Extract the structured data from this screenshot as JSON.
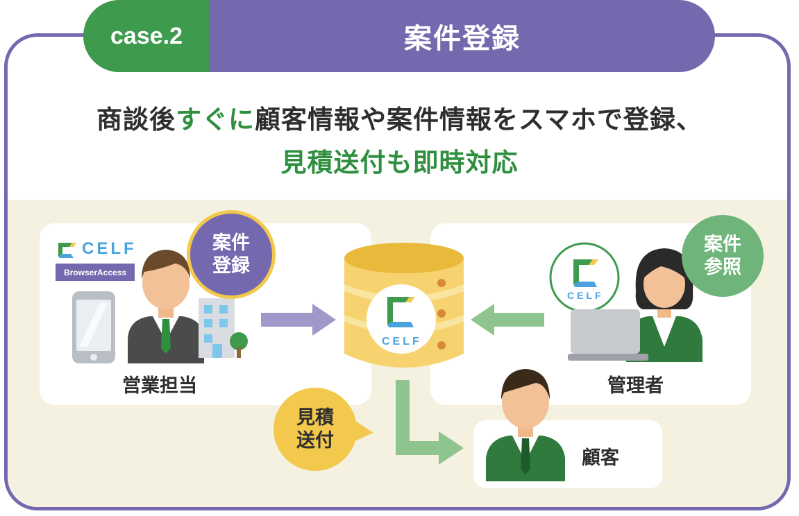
{
  "header": {
    "case_label": "case.2",
    "title": "案件登録"
  },
  "headline": {
    "line1_pre": "商談後",
    "line1_emph": "すぐに",
    "line1_post": "顧客情報や案件情報をスマホで登録、",
    "line2": "見積送付も即時対応"
  },
  "sales": {
    "logo_text": "CELF",
    "badge": "BrowserAccess",
    "bubble_line1": "案件",
    "bubble_line2": "登録",
    "label": "営業担当"
  },
  "server": {
    "logo_text": "CELF"
  },
  "manager": {
    "logo_text": "CELF",
    "bubble_line1": "案件",
    "bubble_line2": "参照",
    "label": "管理者"
  },
  "quote": {
    "line1": "見積",
    "line2": "送付"
  },
  "client": {
    "label": "顧客"
  },
  "colors": {
    "purple": "#7468ae",
    "green": "#3e9a4d",
    "light_green": "#8ec48f",
    "gold": "#f2c94c",
    "cream": "#f5f1e1"
  }
}
